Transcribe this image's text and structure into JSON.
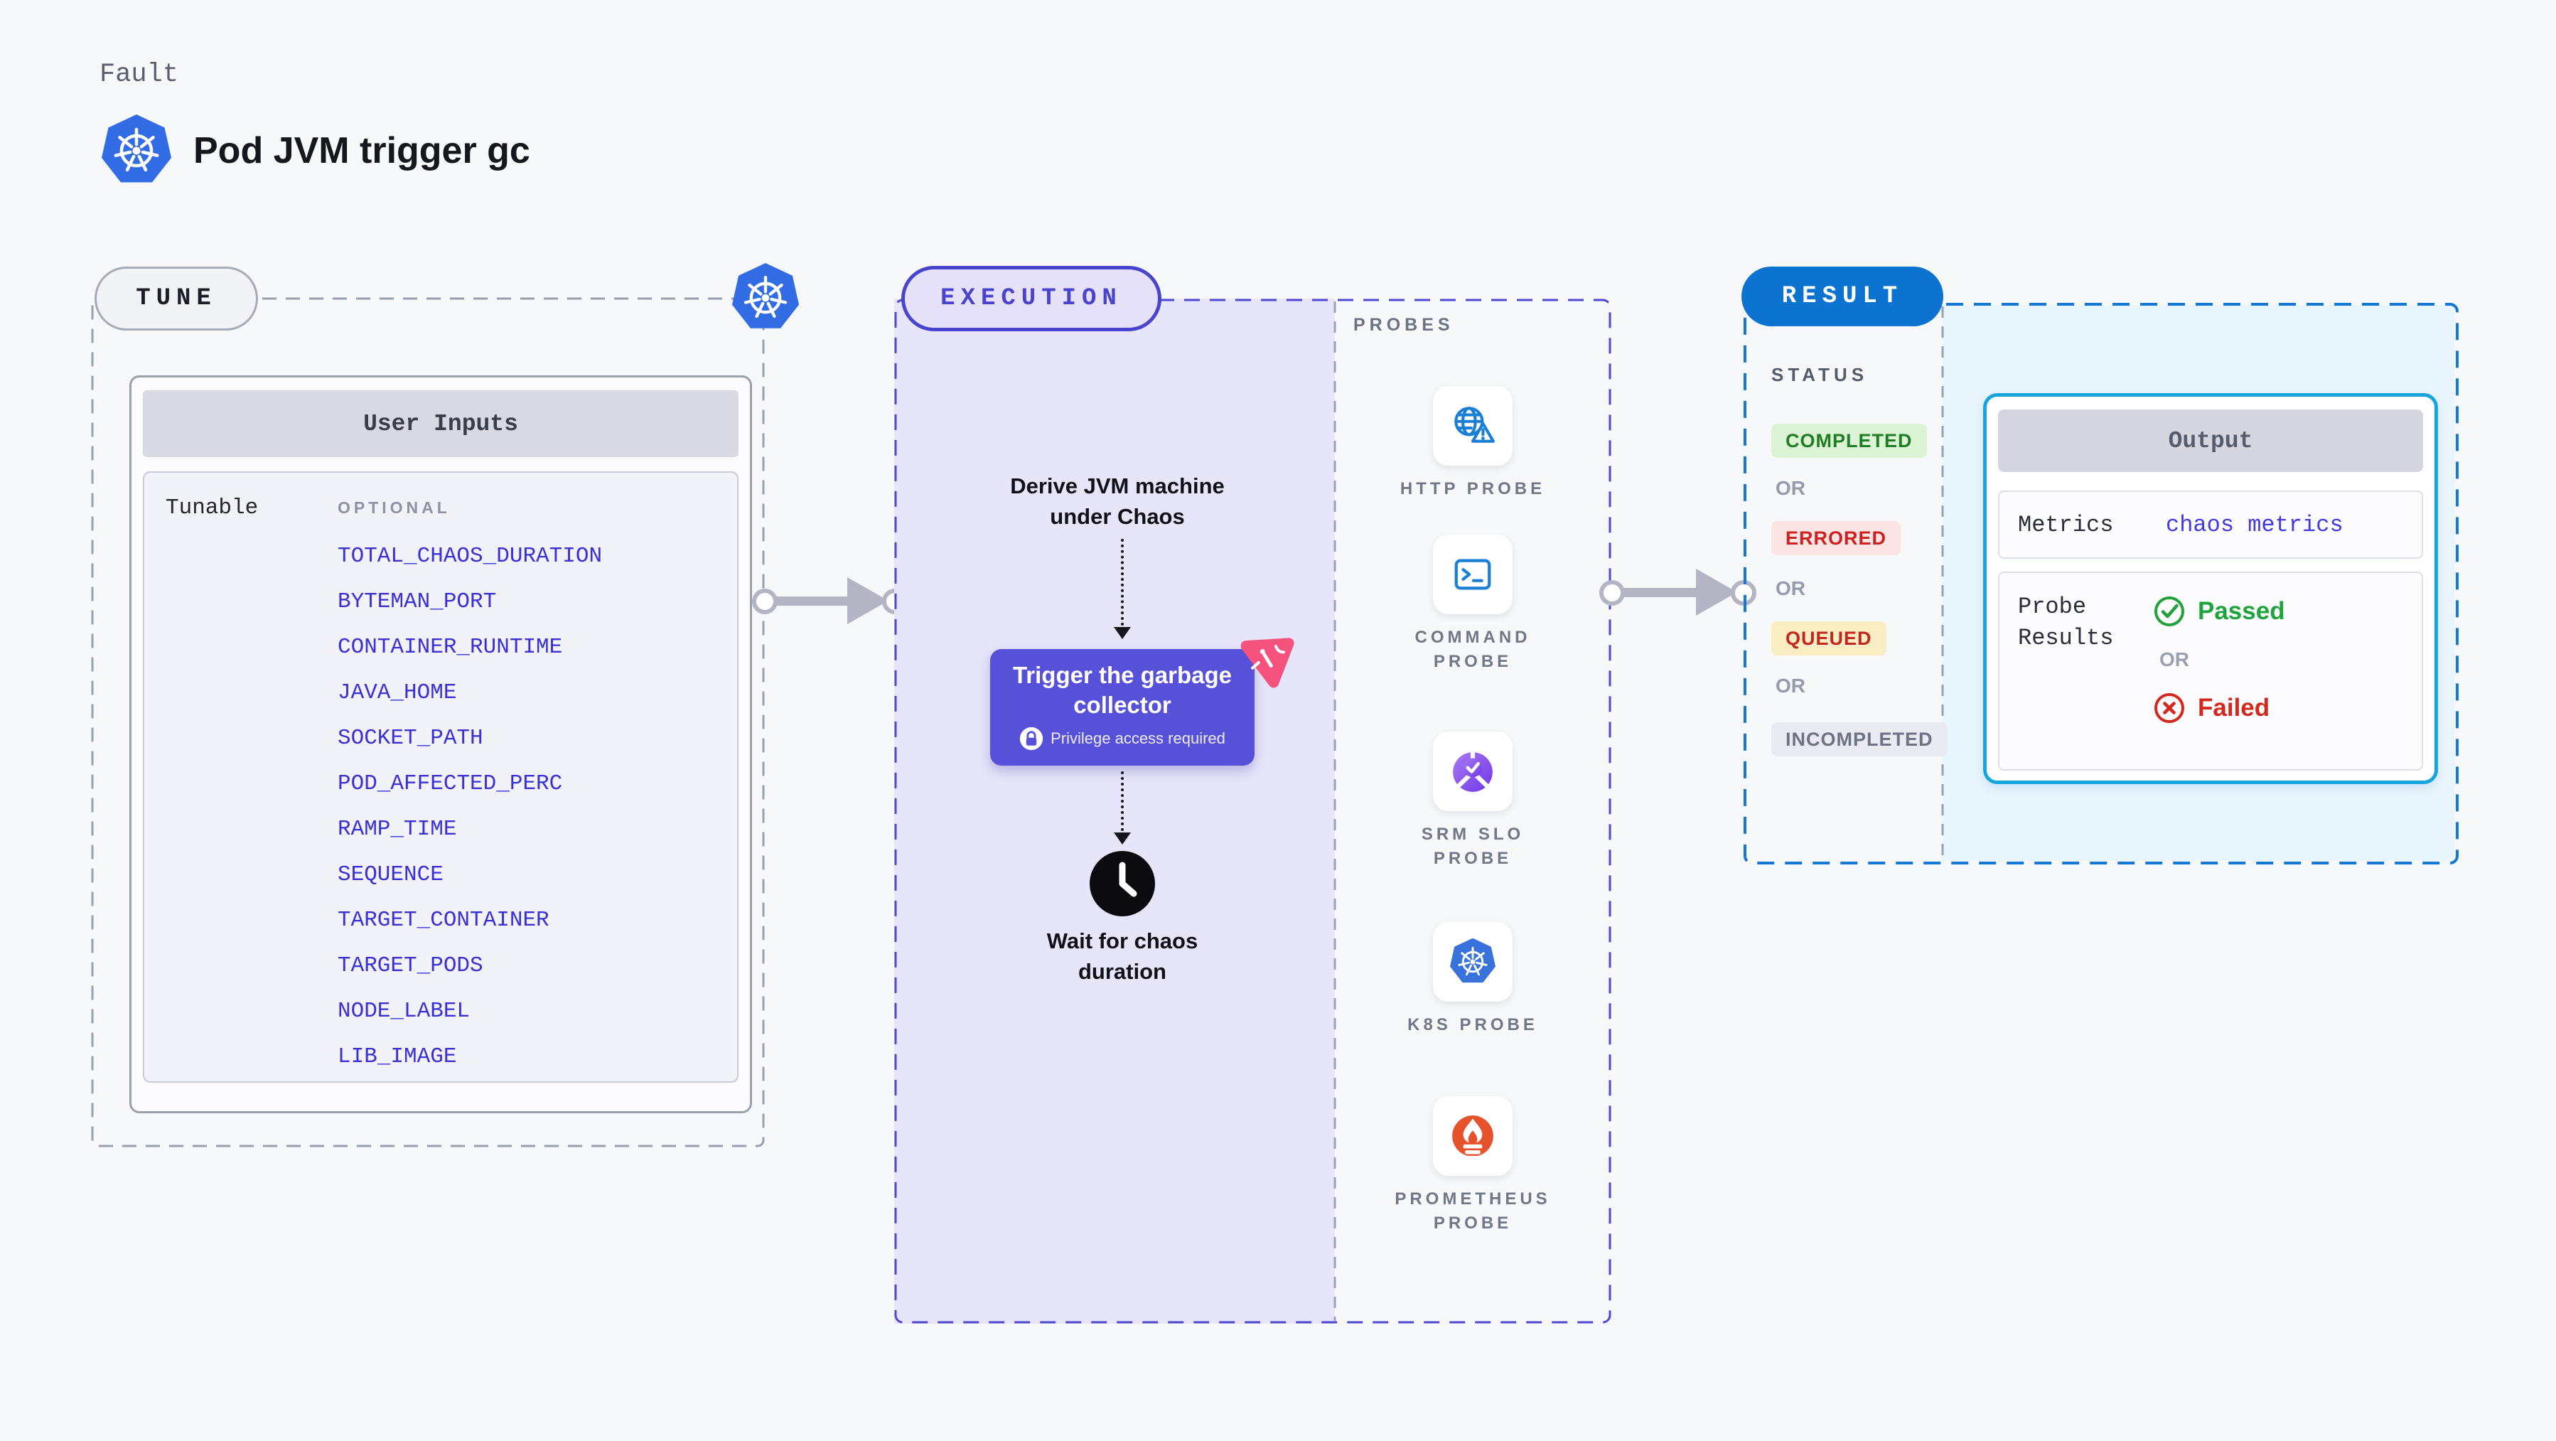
{
  "header": {
    "eyebrow": "Fault",
    "title": "Pod JVM trigger gc",
    "icon": "kubernetes-icon"
  },
  "tune": {
    "label": "TUNE",
    "user_inputs": {
      "title": "User Inputs",
      "group_label": "Tunable",
      "category_label": "OPTIONAL",
      "items": [
        "TOTAL_CHAOS_DURATION",
        "BYTEMAN_PORT",
        "CONTAINER_RUNTIME",
        "JAVA_HOME",
        "SOCKET_PATH",
        "POD_AFFECTED_PERC",
        "RAMP_TIME",
        "SEQUENCE",
        "TARGET_CONTAINER",
        "TARGET_PODS",
        "NODE_LABEL",
        "LIB_IMAGE"
      ]
    }
  },
  "execution": {
    "label": "EXECUTION",
    "flow": {
      "derive_step": "Derive JVM machine under Chaos",
      "action_title": "Trigger the garbage collector",
      "action_note": "Privilege access required",
      "wait_step": "Wait for chaos duration"
    },
    "probes": {
      "label": "PROBES",
      "items": [
        {
          "name": "HTTP PROBE",
          "icon": "http-probe-icon"
        },
        {
          "name": "COMMAND PROBE",
          "icon": "command-probe-icon"
        },
        {
          "name": "SRM SLO PROBE",
          "icon": "srm-slo-probe-icon"
        },
        {
          "name": "K8S PROBE",
          "icon": "k8s-probe-icon"
        },
        {
          "name": "PROMETHEUS PROBE",
          "icon": "prometheus-probe-icon"
        }
      ]
    }
  },
  "result": {
    "label": "RESULT",
    "status": {
      "label": "STATUS",
      "sequence": [
        "COMPLETED",
        "OR",
        "ERRORED",
        "OR",
        "QUEUED",
        "OR",
        "INCOMPLETED"
      ]
    },
    "output": {
      "title": "Output",
      "metrics_label": "Metrics",
      "metrics_value": "chaos metrics",
      "probe_results_label": "Probe Results",
      "passed": "Passed",
      "or": "OR",
      "failed": "Failed"
    }
  },
  "icons": [
    "kubernetes-icon",
    "lock-icon",
    "clock-icon",
    "experiment-badge-icon",
    "check-circle-icon",
    "x-circle-icon"
  ],
  "colors": {
    "page_bg": "#f7f8fa",
    "indigo_accent": "#4a43cd",
    "action_button": "#5750d9",
    "purple_fill": "#e7e5f9",
    "result_blue": "#0d73d0",
    "output_border": "#17a5de",
    "cyan_fill": "#e9f5fc",
    "kubernetes_blue": "#326ce5",
    "prometheus_orange": "#e6522c",
    "probe_blue": "#1b7fd6",
    "passed_green": "#1ea43c",
    "failed_red": "#d2281e",
    "pink_badge": "#f5537e"
  }
}
